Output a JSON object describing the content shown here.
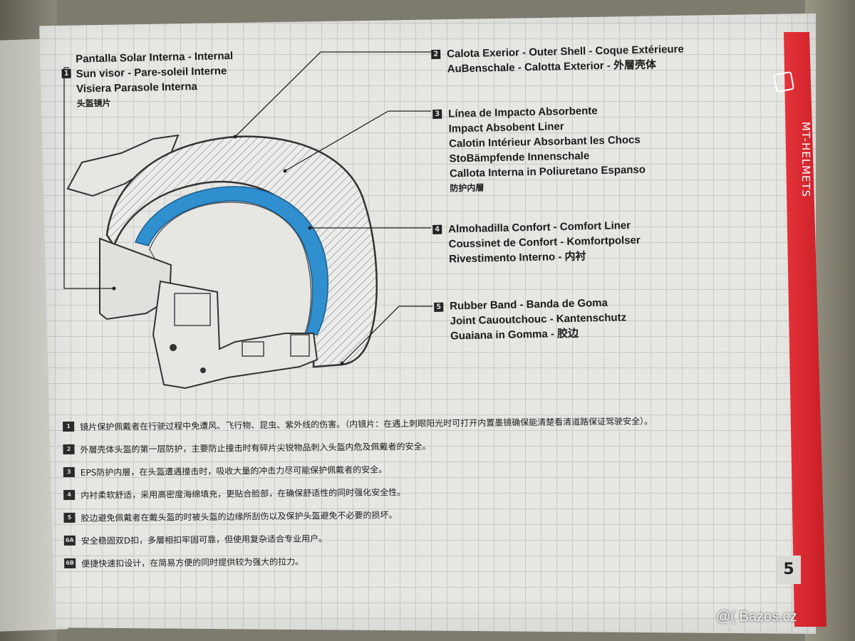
{
  "callouts": [
    {
      "num": "1",
      "lines": [
        "Pantalla Solar Interna - Internal",
        "Sun visor - Pare-soleil Interne",
        "Visiera Parasole Interna",
        "头盔镜片"
      ]
    },
    {
      "num": "2",
      "lines": [
        "Calota Exerior - Outer Shell - Coque Extérieure",
        "AuBenschale - Calotta Exterior - 外層壳体"
      ]
    },
    {
      "num": "3",
      "lines": [
        "Línea de Impacto Absorbente",
        "Impact Absobent Liner",
        "Calotin Intérieur Absorbant les Chocs",
        "StoBämpfende Innenschale",
        "Callota Interna in Poliuretano Espanso",
        "防护内層"
      ]
    },
    {
      "num": "4",
      "lines": [
        "Almohadilla Confort - Comfort Liner",
        "Coussinet de Confort - Komfortpolser",
        "Rivestimento Interno - 内衬"
      ]
    },
    {
      "num": "5",
      "lines": [
        "Rubber Band - Banda de Goma",
        "Joint Cauoutchouc - Kantenschutz",
        "Guaiana in Gomma - 胶边"
      ]
    }
  ],
  "notes": [
    {
      "mark": "1",
      "text": "镜片保护佩戴者在行驶过程中免遭风、飞行物、昆虫、紫外线的伤害。（内镜片：在遇上刺眼阳光时可打开内置墨镜确保能清楚看清道路保证驾驶安全）。"
    },
    {
      "mark": "2",
      "text": "外層壳体头盔的第一层防护，主要防止撞击时有碎片尖锐物品刺入头盔内危及佩戴者的安全。"
    },
    {
      "mark": "3",
      "text": "EPS防护内層，在头盔遭遇撞击时，吸收大量的冲击力尽可能保护佩戴者的安全。"
    },
    {
      "mark": "4",
      "text": "内衬柔软舒适，采用高密度海绵填充，更贴合脸部，在确保舒适性的同时强化安全性。"
    },
    {
      "mark": "5",
      "text": "胶边避免佩戴者在戴头盔的时被头盔的边缘所刮伤以及保护头盔避免不必要的损坏。"
    },
    {
      "mark": "6A",
      "text": "安全稳固双D扣，多層相扣牢固可靠，但使用复杂适合专业用户。"
    },
    {
      "mark": "6B",
      "text": "便捷快速扣设计，在简易方便的同时提供较为强大的拉力。"
    }
  ],
  "brand": "MT-HELMETS",
  "page_number": "5",
  "watermark": "@( Bazos.cz",
  "colors": {
    "red_tab": "#d8262d",
    "comfort_liner": "#2f8fcf",
    "ink": "#1c1c1c"
  }
}
